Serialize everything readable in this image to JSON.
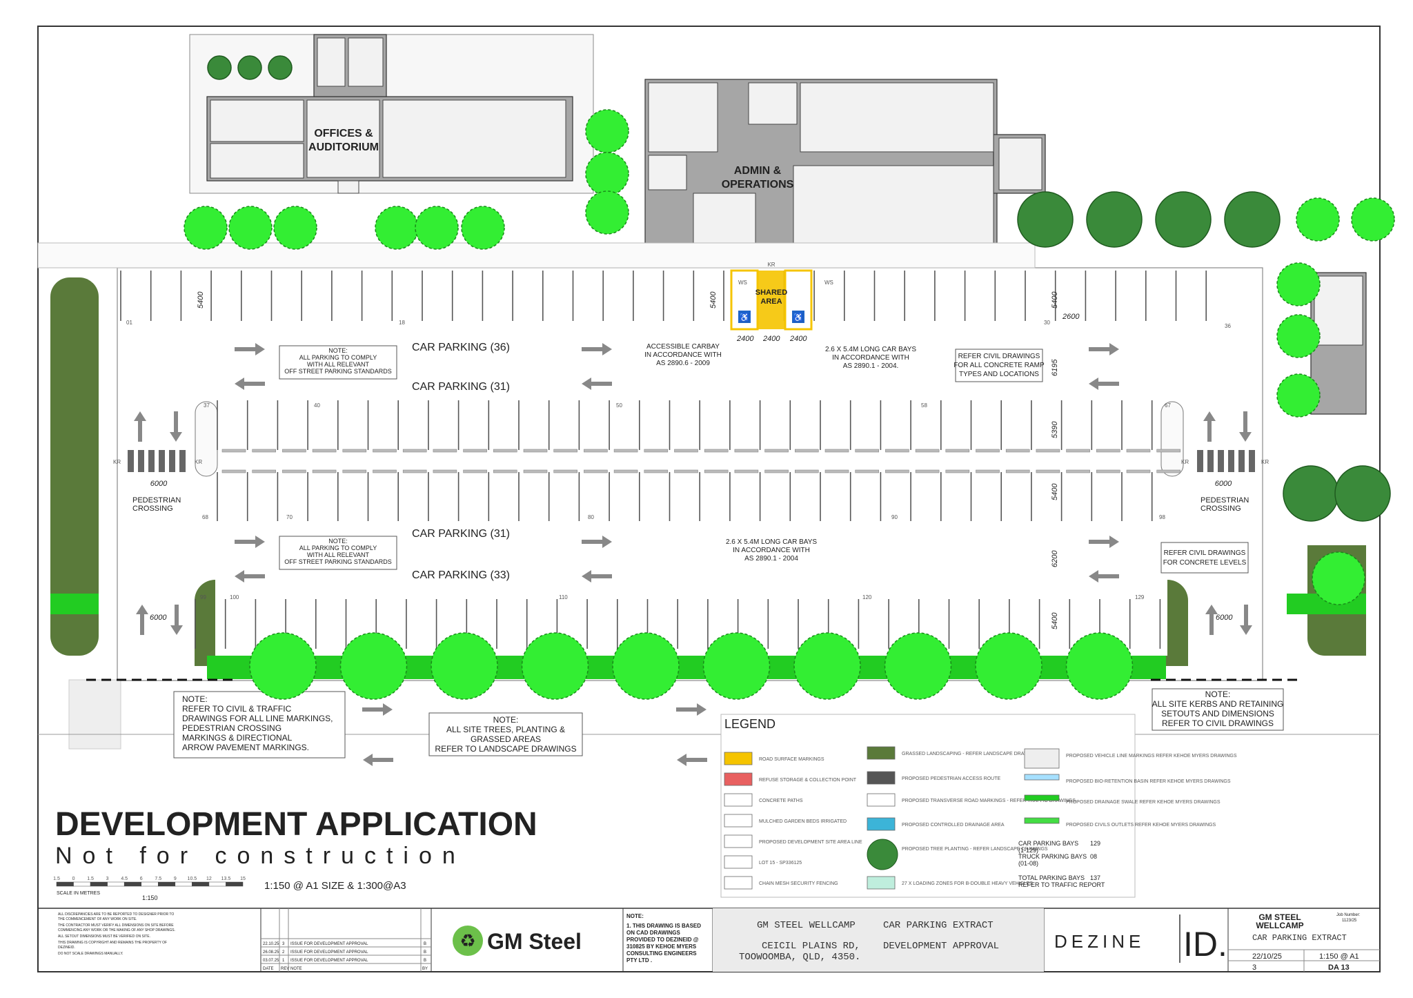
{
  "buildings": {
    "offices": [
      "OFFICES &",
      "AUDITORIUM"
    ],
    "admin": [
      "ADMIN &",
      "OPERATIONS"
    ]
  },
  "parking": {
    "rows": [
      "CAR PARKING (36)",
      "CAR PARKING (31)",
      "CAR PARKING (31)",
      "CAR PARKING (33)"
    ],
    "bay_numbers": [
      "01",
      "18",
      "30",
      "36",
      "37",
      "40",
      "50",
      "58",
      "67",
      "68",
      "70",
      "80",
      "90",
      "98",
      "99",
      "100",
      "110",
      "120",
      "129"
    ],
    "shared_area": [
      "SHARED",
      "AREA"
    ],
    "kr": "KR",
    "ws": "WS",
    "crossing_width": "6000",
    "pedestrian_crossing": [
      "PEDESTRIAN",
      "CROSSING"
    ]
  },
  "dimensions": {
    "d5400": "5400",
    "d6195": "6195",
    "d5390": "5390",
    "d6200": "6200",
    "d2600": "2600",
    "d2400": "2400",
    "d6000": "6000"
  },
  "notes": {
    "standards": [
      "NOTE:",
      "ALL PARKING TO COMPLY",
      "WITH ALL RELEVANT",
      "OFF STREET PARKING STANDARDS"
    ],
    "accessible": [
      "ACCESSIBLE CARBAY",
      "IN ACCORDANCE WITH",
      "AS 2890.6 - 2009"
    ],
    "long_bays": [
      "2.6 X 5.4M LONG CAR BAYS",
      "IN ACCORDANCE WITH",
      "AS 2890.1 - 2004."
    ],
    "long_bays_2": [
      "2.6 X 5.4M LONG CAR BAYS",
      "IN ACCORDANCE WITH",
      "AS 2890.1 - 2004"
    ],
    "ramps": [
      "REFER CIVIL DRAWINGS",
      "FOR ALL CONCRETE RAMP",
      "TYPES AND LOCATIONS"
    ],
    "levels": [
      "REFER CIVIL DRAWINGS",
      "FOR CONCRETE LEVELS"
    ],
    "markings": [
      "NOTE:",
      "REFER TO CIVIL & TRAFFIC",
      "DRAWINGS FOR ALL LINE MARKINGS,",
      "PEDESTRIAN CROSSING",
      "MARKINGS & DIRECTIONAL",
      "ARROW PAVEMENT MARKINGS."
    ],
    "landscape": [
      "NOTE:",
      "ALL SITE TREES, PLANTING &",
      "GRASSED AREAS",
      "REFER TO LANDSCAPE DRAWINGS"
    ],
    "kerbs": [
      "NOTE:",
      "ALL SITE KERBS AND RETAINING",
      "SETOUTS AND DIMENSIONS",
      "REFER TO CIVIL DRAWINGS"
    ]
  },
  "legend": {
    "title": "LEGEND",
    "items": [
      "ROAD SURFACE MARKINGS",
      "REFUSE STORAGE & COLLECTION POINT",
      "CONCRETE PATHS",
      "MULCHED GARDEN BEDS IRRIGATED",
      "PROPOSED DEVELOPMENT SITE AREA LINE",
      "LOT 15 - SP336125",
      "CHAIN MESH SECURITY FENCING",
      "GRASSED LANDSCAPING - REFER LANDSCAPE DRAWINGS",
      "PROPOSED PEDESTRIAN ACCESS ROUTE",
      "PROPOSED TRANSVERSE ROAD MARKINGS - REFER TRAFFIC DRAWINGS",
      "PROPOSED CONTROLLED DRAINAGE AREA",
      "PROPOSED TREE PLANTING - REFER LANDSCAPE DRAWINGS",
      "27 X LOADING ZONES FOR B-DOUBLE HEAVY VEHICLES",
      "PROPOSED VEHICLE LINE MARKINGS REFER KEHOE MYERS DRAWINGS",
      "PROPOSED BIO-RETENTION BASIN REFER KEHOE MYERS DRAWINGS",
      "PROPOSED DRAINAGE SWALE REFER KEHOE MYERS DRAWINGS",
      "PROPOSED CIVILS OUTLETS REFER KEHOE MYERS DRAWINGS"
    ],
    "counts": [
      {
        "label": "CAR PARKING BAYS",
        "sub": "(1-129)",
        "value": "129"
      },
      {
        "label": "TRUCK PARKING BAYS",
        "sub": "(01-08)",
        "value": "08"
      },
      {
        "label": "TOTAL PARKING BAYS",
        "sub": "REFER TO TRAFFIC REPORT",
        "value": "137"
      }
    ]
  },
  "banner": {
    "title": "DEVELOPMENT APPLICATION",
    "subtitle": "Not for construction",
    "scale_label": "SCALE IN METRES",
    "scale_ticks": [
      "1.5",
      "0",
      "1.5",
      "3",
      "4.5",
      "6",
      "7.5",
      "9",
      "10.5",
      "12",
      "13.5",
      "15"
    ],
    "scale_ratio": "1:150",
    "sheet_scale": "1:150 @ A1 SIZE & 1:300@A3"
  },
  "titleblock": {
    "general_notes": [
      "ALL DISCREPANCIES ARE TO BE REPORTED TO DESIGNER PRIOR TO",
      "THE COMMENCEMENT OF ANY WORK ON SITE.",
      "THE CONTRACTOR MUST VERIFY ALL DIMENSIONS ON SITE BEFORE",
      "COMMENCING ANY WORK OR THE MAKING OF ANY SHOP DRAWINGS.",
      "ALL SETOUT DIMENSIONS MUST BE VERIFIED ON SITE.",
      "THIS DRAWING IS COPYRIGHT AND REMAINS THE PROPERTY OF",
      "DEZINEID.",
      "DO NOT SCALE DRAWINGS MANUALLY."
    ],
    "revisions": [
      {
        "date": "22.10.25",
        "rev": "3",
        "note": "ISSUE FOR DEVELOPMENT APPROVAL",
        "by": "B"
      },
      {
        "date": "26.08.25",
        "rev": "2",
        "note": "ISSUE FOR DEVELOPMENT APPROVAL",
        "by": "B"
      },
      {
        "date": "03.07.25",
        "rev": "1",
        "note": "ISSUE FOR DEVELOPMENT APPROVAL",
        "by": "B"
      }
    ],
    "rev_headers": {
      "date": "DATE",
      "rev": "REV",
      "note": "NOTE",
      "by": "BY"
    },
    "client": "GM Steel",
    "cad_note": [
      "NOTE:",
      "1. THIS DRAWING IS BASED",
      "ON CAD DRAWINGS",
      "PROVIDED TO DEZINEID @",
      "310825 BY KEHOE MYERS",
      "CONSULTING ENGINEERS",
      "PTY LTD ."
    ],
    "project_lines": [
      "GM STEEL WELLCAMP",
      "CEICIL PLAINS RD,",
      "TOOWOOMBA, QLD, 4350."
    ],
    "drawing_lines": [
      "CAR PARKING EXTRACT",
      "DEVELOPMENT APPROVAL"
    ],
    "firm": "DEZINE",
    "firm_mark": "ID.",
    "project_code": [
      "GM STEEL",
      "WELLCAMP"
    ],
    "job_label": "Job Number:",
    "job_number": "1123/25",
    "sheet_title": "CAR PARKING EXTRACT",
    "date": "22/10/25",
    "scale": "1:150 @ A1",
    "revision": "3",
    "drawing_no": "DA 13"
  },
  "colors": {
    "tree": "#33ee33",
    "tree_outline": "#1a8a1a",
    "dark_tree": "#3a8a3a",
    "grass": "#5a7a3a",
    "swale": "#22cc22",
    "building": "#a6a6a6",
    "accessible": "#1e64c8",
    "shared": "#f5c400"
  }
}
